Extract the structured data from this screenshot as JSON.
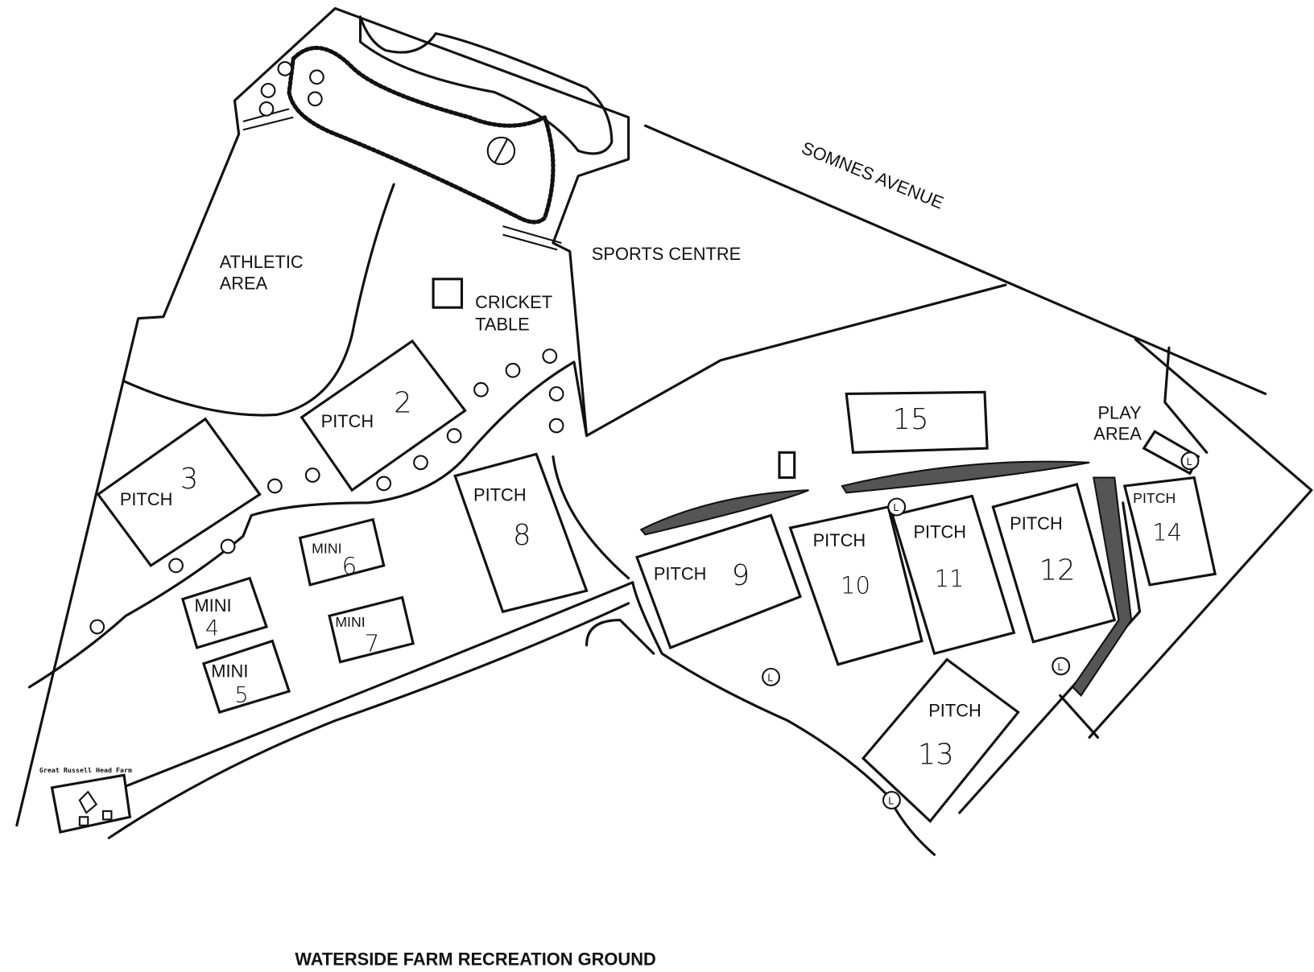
{
  "title": "WATERSIDE FARM RECREATION GROUND",
  "road": "SOMNES AVENUE",
  "areas": {
    "sports_centre": "SPORTS CENTRE",
    "athletic": [
      "ATHLETIC",
      "AREA"
    ],
    "cricket": [
      "CRICKET",
      "TABLE"
    ],
    "play": [
      "PLAY",
      "AREA"
    ],
    "farm": "Great Russell Head Farm"
  },
  "pitches": [
    {
      "label": "PITCH",
      "num": "2"
    },
    {
      "label": "PITCH",
      "num": "3"
    },
    {
      "label": "MINI",
      "num": "4"
    },
    {
      "label": "MINI",
      "num": "5"
    },
    {
      "label": "MINI",
      "num": "6"
    },
    {
      "label": "MINI",
      "num": "7"
    },
    {
      "label": "PITCH",
      "num": "8"
    },
    {
      "label": "PITCH",
      "num": "9"
    },
    {
      "label": "PITCH",
      "num": "10"
    },
    {
      "label": "PITCH",
      "num": "11"
    },
    {
      "label": "PITCH",
      "num": "12"
    },
    {
      "label": "PITCH",
      "num": "13"
    },
    {
      "label": "PITCH",
      "num": "14"
    },
    {
      "label": "",
      "num": "15"
    }
  ],
  "marker": "L"
}
